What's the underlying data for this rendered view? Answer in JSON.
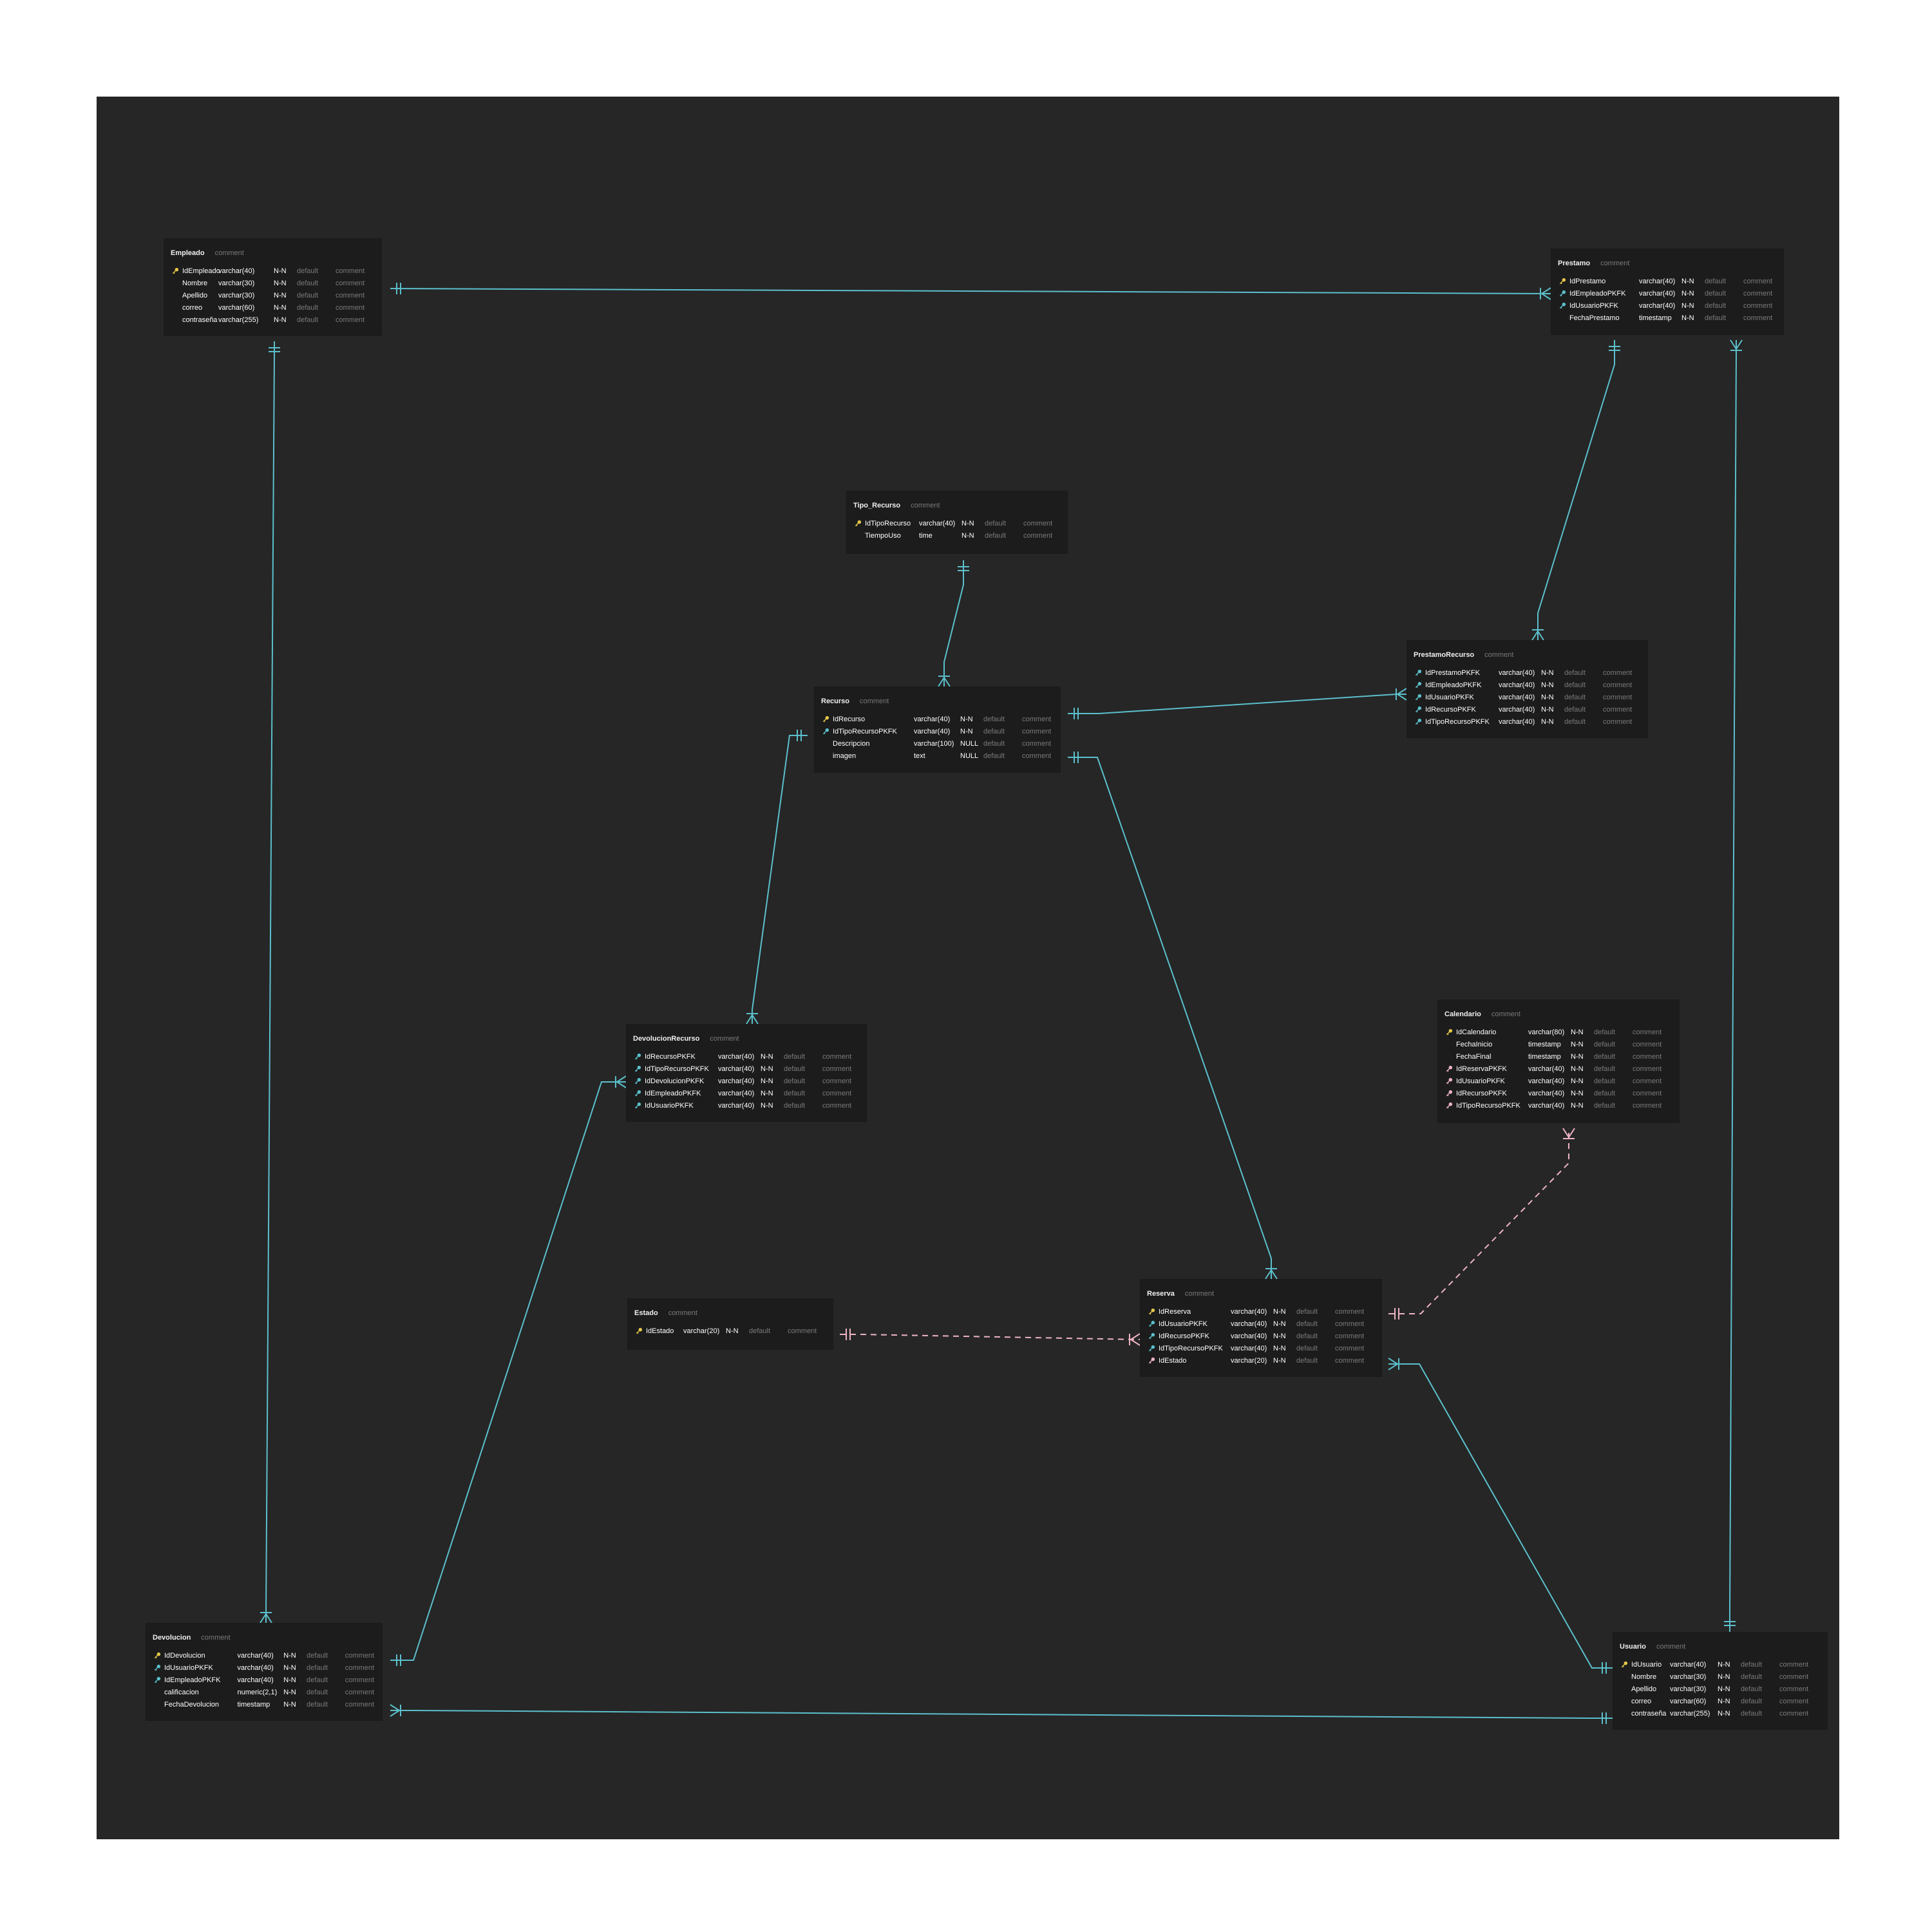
{
  "colors": {
    "canvas": "#262626",
    "card": "#1c1c1c",
    "line_teal": "#5bc0cc",
    "line_pink": "#eeb4c4",
    "pk_key": "#e6c84a",
    "fk_key": "#5bc0cc",
    "fk_pink_key": "#eeb4c4"
  },
  "entities": [
    {
      "id": "Empleado",
      "name": "Empleado",
      "comment": "comment",
      "columns": [
        {
          "key": "pk",
          "name": "IdEmpleado",
          "type": "varchar(40)",
          "null": "N-N",
          "default": "default",
          "comment": "comment"
        },
        {
          "key": "",
          "name": "Nombre",
          "type": "varchar(30)",
          "null": "N-N",
          "default": "default",
          "comment": "comment"
        },
        {
          "key": "",
          "name": "Apellido",
          "type": "varchar(30)",
          "null": "N-N",
          "default": "default",
          "comment": "comment"
        },
        {
          "key": "",
          "name": "correo",
          "type": "varchar(60)",
          "null": "N-N",
          "default": "default",
          "comment": "comment"
        },
        {
          "key": "",
          "name": "contraseña",
          "type": "varchar(255)",
          "null": "N-N",
          "default": "default",
          "comment": "comment"
        }
      ]
    },
    {
      "id": "Prestamo",
      "name": "Prestamo",
      "comment": "comment",
      "columns": [
        {
          "key": "pk",
          "name": "IdPrestamo",
          "type": "varchar(40)",
          "null": "N-N",
          "default": "default",
          "comment": "comment"
        },
        {
          "key": "fk",
          "name": "IdEmpleadoPKFK",
          "type": "varchar(40)",
          "null": "N-N",
          "default": "default",
          "comment": "comment"
        },
        {
          "key": "fk",
          "name": "IdUsuarioPKFK",
          "type": "varchar(40)",
          "null": "N-N",
          "default": "default",
          "comment": "comment"
        },
        {
          "key": "",
          "name": "FechaPrestamo",
          "type": "timestamp",
          "null": "N-N",
          "default": "default",
          "comment": "comment"
        }
      ]
    },
    {
      "id": "Tipo_Recurso",
      "name": "Tipo_Recurso",
      "comment": "comment",
      "columns": [
        {
          "key": "pk",
          "name": "IdTipoRecurso",
          "type": "varchar(40)",
          "null": "N-N",
          "default": "default",
          "comment": "comment"
        },
        {
          "key": "",
          "name": "TiempoUso",
          "type": "time",
          "null": "N-N",
          "default": "default",
          "comment": "comment"
        }
      ]
    },
    {
      "id": "Recurso",
      "name": "Recurso",
      "comment": "comment",
      "columns": [
        {
          "key": "pk",
          "name": "IdRecurso",
          "type": "varchar(40)",
          "null": "N-N",
          "default": "default",
          "comment": "comment"
        },
        {
          "key": "fk",
          "name": "IdTipoRecursoPKFK",
          "type": "varchar(40)",
          "null": "N-N",
          "default": "default",
          "comment": "comment"
        },
        {
          "key": "",
          "name": "Descripcion",
          "type": "varchar(100)",
          "null": "NULL",
          "default": "default",
          "comment": "comment"
        },
        {
          "key": "",
          "name": "imagen",
          "type": "text",
          "null": "NULL",
          "default": "default",
          "comment": "comment"
        }
      ]
    },
    {
      "id": "PrestamoRecurso",
      "name": "PrestamoRecurso",
      "comment": "comment",
      "columns": [
        {
          "key": "fk",
          "name": "IdPrestamoPKFK",
          "type": "varchar(40)",
          "null": "N-N",
          "default": "default",
          "comment": "comment"
        },
        {
          "key": "fk",
          "name": "IdEmpleadoPKFK",
          "type": "varchar(40)",
          "null": "N-N",
          "default": "default",
          "comment": "comment"
        },
        {
          "key": "fk",
          "name": "IdUsuarioPKFK",
          "type": "varchar(40)",
          "null": "N-N",
          "default": "default",
          "comment": "comment"
        },
        {
          "key": "fk",
          "name": "IdRecursoPKFK",
          "type": "varchar(40)",
          "null": "N-N",
          "default": "default",
          "comment": "comment"
        },
        {
          "key": "fk",
          "name": "IdTipoRecursoPKFK",
          "type": "varchar(40)",
          "null": "N-N",
          "default": "default",
          "comment": "comment"
        }
      ]
    },
    {
      "id": "Calendario",
      "name": "Calendario",
      "comment": "comment",
      "columns": [
        {
          "key": "pk",
          "name": "IdCalendario",
          "type": "varchar(80)",
          "null": "N-N",
          "default": "default",
          "comment": "comment"
        },
        {
          "key": "",
          "name": "FechaInicio",
          "type": "timestamp",
          "null": "N-N",
          "default": "default",
          "comment": "comment"
        },
        {
          "key": "",
          "name": "FechaFinal",
          "type": "timestamp",
          "null": "N-N",
          "default": "default",
          "comment": "comment"
        },
        {
          "key": "fkp",
          "name": "IdReservaPKFK",
          "type": "varchar(40)",
          "null": "N-N",
          "default": "default",
          "comment": "comment"
        },
        {
          "key": "fkp",
          "name": "IdUsuarioPKFK",
          "type": "varchar(40)",
          "null": "N-N",
          "default": "default",
          "comment": "comment"
        },
        {
          "key": "fkp",
          "name": "IdRecursoPKFK",
          "type": "varchar(40)",
          "null": "N-N",
          "default": "default",
          "comment": "comment"
        },
        {
          "key": "fkp",
          "name": "IdTipoRecursoPKFK",
          "type": "varchar(40)",
          "null": "N-N",
          "default": "default",
          "comment": "comment"
        }
      ]
    },
    {
      "id": "DevolucionRecurso",
      "name": "DevolucionRecurso",
      "comment": "comment",
      "columns": [
        {
          "key": "fk",
          "name": "IdRecursoPKFK",
          "type": "varchar(40)",
          "null": "N-N",
          "default": "default",
          "comment": "comment"
        },
        {
          "key": "fk",
          "name": "IdTipoRecursoPKFK",
          "type": "varchar(40)",
          "null": "N-N",
          "default": "default",
          "comment": "comment"
        },
        {
          "key": "fk",
          "name": "IdDevolucionPKFK",
          "type": "varchar(40)",
          "null": "N-N",
          "default": "default",
          "comment": "comment"
        },
        {
          "key": "fk",
          "name": "IdEmpleadoPKFK",
          "type": "varchar(40)",
          "null": "N-N",
          "default": "default",
          "comment": "comment"
        },
        {
          "key": "fk",
          "name": "IdUsuarioPKFK",
          "type": "varchar(40)",
          "null": "N-N",
          "default": "default",
          "comment": "comment"
        }
      ]
    },
    {
      "id": "Estado",
      "name": "Estado",
      "comment": "comment",
      "columns": [
        {
          "key": "pk",
          "name": "IdEstado",
          "type": "varchar(20)",
          "null": "N-N",
          "default": "default",
          "comment": "comment"
        }
      ]
    },
    {
      "id": "Reserva",
      "name": "Reserva",
      "comment": "comment",
      "columns": [
        {
          "key": "pk",
          "name": "IdReserva",
          "type": "varchar(40)",
          "null": "N-N",
          "default": "default",
          "comment": "comment"
        },
        {
          "key": "fk",
          "name": "IdUsuarioPKFK",
          "type": "varchar(40)",
          "null": "N-N",
          "default": "default",
          "comment": "comment"
        },
        {
          "key": "fk",
          "name": "IdRecursoPKFK",
          "type": "varchar(40)",
          "null": "N-N",
          "default": "default",
          "comment": "comment"
        },
        {
          "key": "fk",
          "name": "IdTipoRecursoPKFK",
          "type": "varchar(40)",
          "null": "N-N",
          "default": "default",
          "comment": "comment"
        },
        {
          "key": "fkp",
          "name": "IdEstado",
          "type": "varchar(20)",
          "null": "N-N",
          "default": "default",
          "comment": "comment"
        }
      ]
    },
    {
      "id": "Devolucion",
      "name": "Devolucion",
      "comment": "comment",
      "columns": [
        {
          "key": "pk",
          "name": "IdDevolucion",
          "type": "varchar(40)",
          "null": "N-N",
          "default": "default",
          "comment": "comment"
        },
        {
          "key": "fk",
          "name": "IdUsuarioPKFK",
          "type": "varchar(40)",
          "null": "N-N",
          "default": "default",
          "comment": "comment"
        },
        {
          "key": "fk",
          "name": "IdEmpleadoPKFK",
          "type": "varchar(40)",
          "null": "N-N",
          "default": "default",
          "comment": "comment"
        },
        {
          "key": "",
          "name": "calificacion",
          "type": "numeric(2,1)",
          "null": "N-N",
          "default": "default",
          "comment": "comment"
        },
        {
          "key": "",
          "name": "FechaDevolucion",
          "type": "timestamp",
          "null": "N-N",
          "default": "default",
          "comment": "comment"
        }
      ]
    },
    {
      "id": "Usuario",
      "name": "Usuario",
      "comment": "comment",
      "columns": [
        {
          "key": "pk",
          "name": "IdUsuario",
          "type": "varchar(40)",
          "null": "N-N",
          "default": "default",
          "comment": "comment"
        },
        {
          "key": "",
          "name": "Nombre",
          "type": "varchar(30)",
          "null": "N-N",
          "default": "default",
          "comment": "comment"
        },
        {
          "key": "",
          "name": "Apellido",
          "type": "varchar(30)",
          "null": "N-N",
          "default": "default",
          "comment": "comment"
        },
        {
          "key": "",
          "name": "correo",
          "type": "varchar(60)",
          "null": "N-N",
          "default": "default",
          "comment": "comment"
        },
        {
          "key": "",
          "name": "contraseña",
          "type": "varchar(255)",
          "null": "N-N",
          "default": "default",
          "comment": "comment"
        }
      ]
    }
  ],
  "relationships": [
    {
      "from": "Empleado",
      "to": "Prestamo",
      "from_end": "one",
      "to_end": "many",
      "style": "solid",
      "color": "teal"
    },
    {
      "from": "Empleado",
      "to": "Devolucion",
      "from_end": "one",
      "to_end": "many",
      "style": "solid",
      "color": "teal"
    },
    {
      "from": "Prestamo",
      "to": "PrestamoRecurso",
      "from_end": "one",
      "to_end": "many",
      "style": "solid",
      "color": "teal"
    },
    {
      "from": "Usuario",
      "to": "Prestamo",
      "from_end": "one",
      "to_end": "many",
      "style": "solid",
      "color": "teal"
    },
    {
      "from": "Tipo_Recurso",
      "to": "Recurso",
      "from_end": "one",
      "to_end": "many",
      "style": "solid",
      "color": "teal"
    },
    {
      "from": "Recurso",
      "to": "PrestamoRecurso",
      "from_end": "one",
      "to_end": "many",
      "style": "solid",
      "color": "teal"
    },
    {
      "from": "Recurso",
      "to": "DevolucionRecurso",
      "from_end": "one",
      "to_end": "many",
      "style": "solid",
      "color": "teal"
    },
    {
      "from": "Recurso",
      "to": "Reserva",
      "from_end": "one",
      "to_end": "many",
      "style": "solid",
      "color": "teal"
    },
    {
      "from": "Devolucion",
      "to": "DevolucionRecurso",
      "from_end": "one",
      "to_end": "many",
      "style": "solid",
      "color": "teal"
    },
    {
      "from": "Usuario",
      "to": "Devolucion",
      "from_end": "one",
      "to_end": "many",
      "style": "solid",
      "color": "teal"
    },
    {
      "from": "Usuario",
      "to": "Reserva",
      "from_end": "one",
      "to_end": "many",
      "style": "solid",
      "color": "teal"
    },
    {
      "from": "Reserva",
      "to": "Calendario",
      "from_end": "one",
      "to_end": "many",
      "style": "dashed",
      "color": "pink"
    },
    {
      "from": "Estado",
      "to": "Reserva",
      "from_end": "one",
      "to_end": "many",
      "style": "dashed",
      "color": "pink"
    }
  ]
}
